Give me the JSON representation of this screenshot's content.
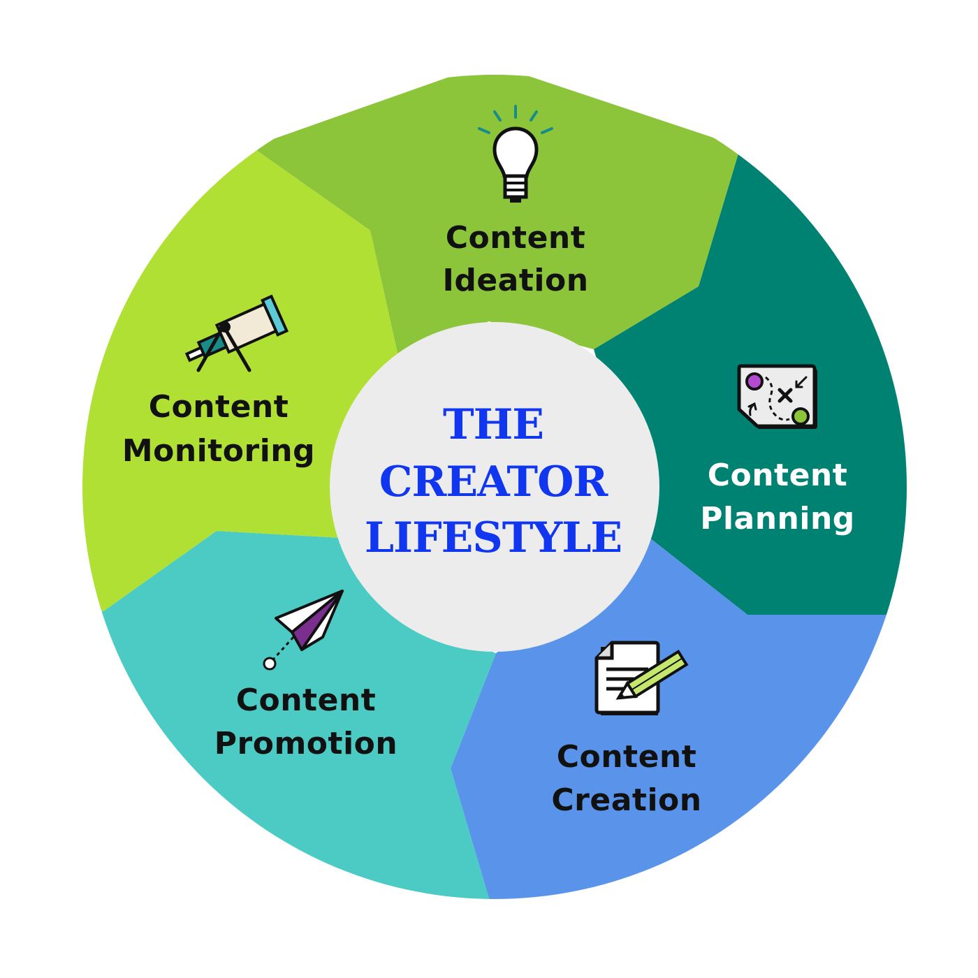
{
  "center": {
    "line1": "THE",
    "line2": "CREATOR",
    "line3": "LIFESTYLE",
    "text_color": "#1036f0",
    "fill": "#ececec"
  },
  "segments": [
    {
      "line1": "Content",
      "line2": "Ideation",
      "icon": "lightbulb-icon",
      "color": "#8cc43a",
      "text_color": "#111111"
    },
    {
      "line1": "Content",
      "line2": "Planning",
      "icon": "map-icon",
      "color": "#008272",
      "text_color": "#ffffff"
    },
    {
      "line1": "Content",
      "line2": "Creation",
      "icon": "document-pencil-icon",
      "color": "#5a94ea",
      "text_color": "#111111"
    },
    {
      "line1": "Content",
      "line2": "Promotion",
      "icon": "paper-plane-icon",
      "color": "#4bcbc4",
      "text_color": "#111111"
    },
    {
      "line1": "Content",
      "line2": "Monitoring",
      "icon": "telescope-icon",
      "color": "#b0e034",
      "text_color": "#111111"
    }
  ]
}
